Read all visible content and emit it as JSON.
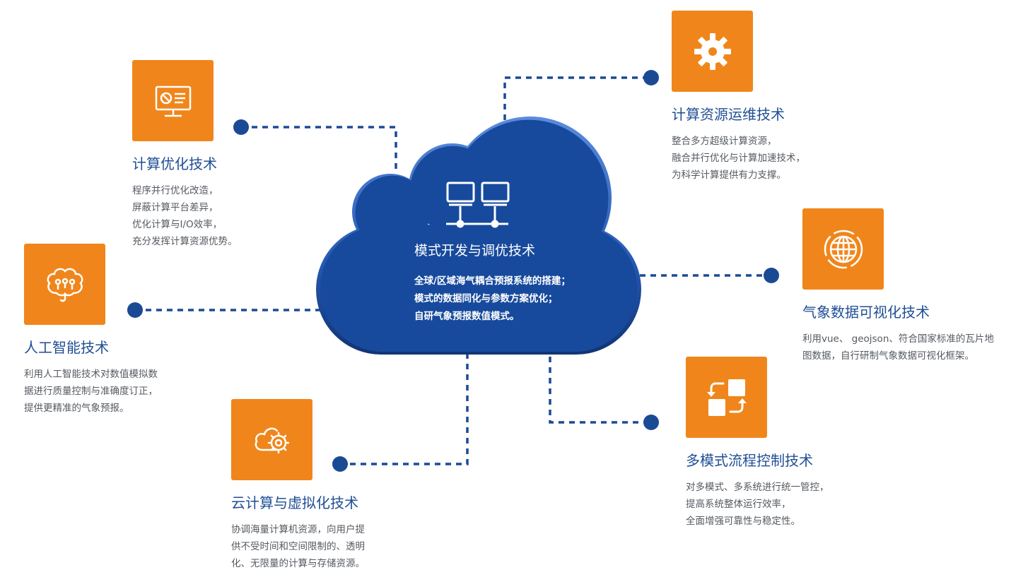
{
  "colors": {
    "accent_orange": "#f0861b",
    "cloud_blue": "#174a9c",
    "title_blue": "#1f4e94",
    "connector_blue": "#1b4a95",
    "desc_gray": "#555a60"
  },
  "center": {
    "icon": "networked-computers-icon",
    "title": "模式开发与调优技术",
    "lines": [
      "全球/区域海气耦合预报系统的搭建；",
      "模式的数据同化与参数方案优化；",
      "自研气象预报数值模式。"
    ]
  },
  "nodes": {
    "compute_opt": {
      "icon": "monitor-dashboard-icon",
      "title": "计算优化技术",
      "lines": [
        "程序并行优化改造，",
        "屏蔽计算平台差异，",
        "优化计算与I/O效率，",
        "充分发挥计算资源优势。"
      ]
    },
    "ai": {
      "icon": "brain-icon",
      "title": "人工智能技术",
      "lines": [
        "利用人工智能技术对数值模拟数",
        "据进行质量控制与准确度订正，",
        "提供更精准的气象预报。"
      ]
    },
    "cloud_virt": {
      "icon": "cloud-gear-icon",
      "title": "云计算与虚拟化技术",
      "lines": [
        "协调海量计算机资源，向用户提",
        "供不受时间和空间限制的、透明",
        "化、无限量的计算与存储资源。"
      ]
    },
    "ops": {
      "icon": "gear-icon",
      "title": "计算资源运维技术",
      "lines": [
        "整合多方超级计算资源，",
        "融合并行优化与计算加速技术，",
        "为科学计算提供有力支撑。"
      ]
    },
    "viz": {
      "icon": "globe-icon",
      "title": "气象数据可视化技术",
      "lines": [
        "利用vue、 geojson、符合国家标准的瓦片地图数据，自行研制气象数据可视化框架。"
      ]
    },
    "workflow": {
      "icon": "sync-blocks-icon",
      "title": "多模式流程控制技术",
      "lines": [
        "对多模式、多系统进行统一管控，",
        "提高系统整体运行效率，",
        "全面增强可靠性与稳定性。"
      ]
    }
  }
}
